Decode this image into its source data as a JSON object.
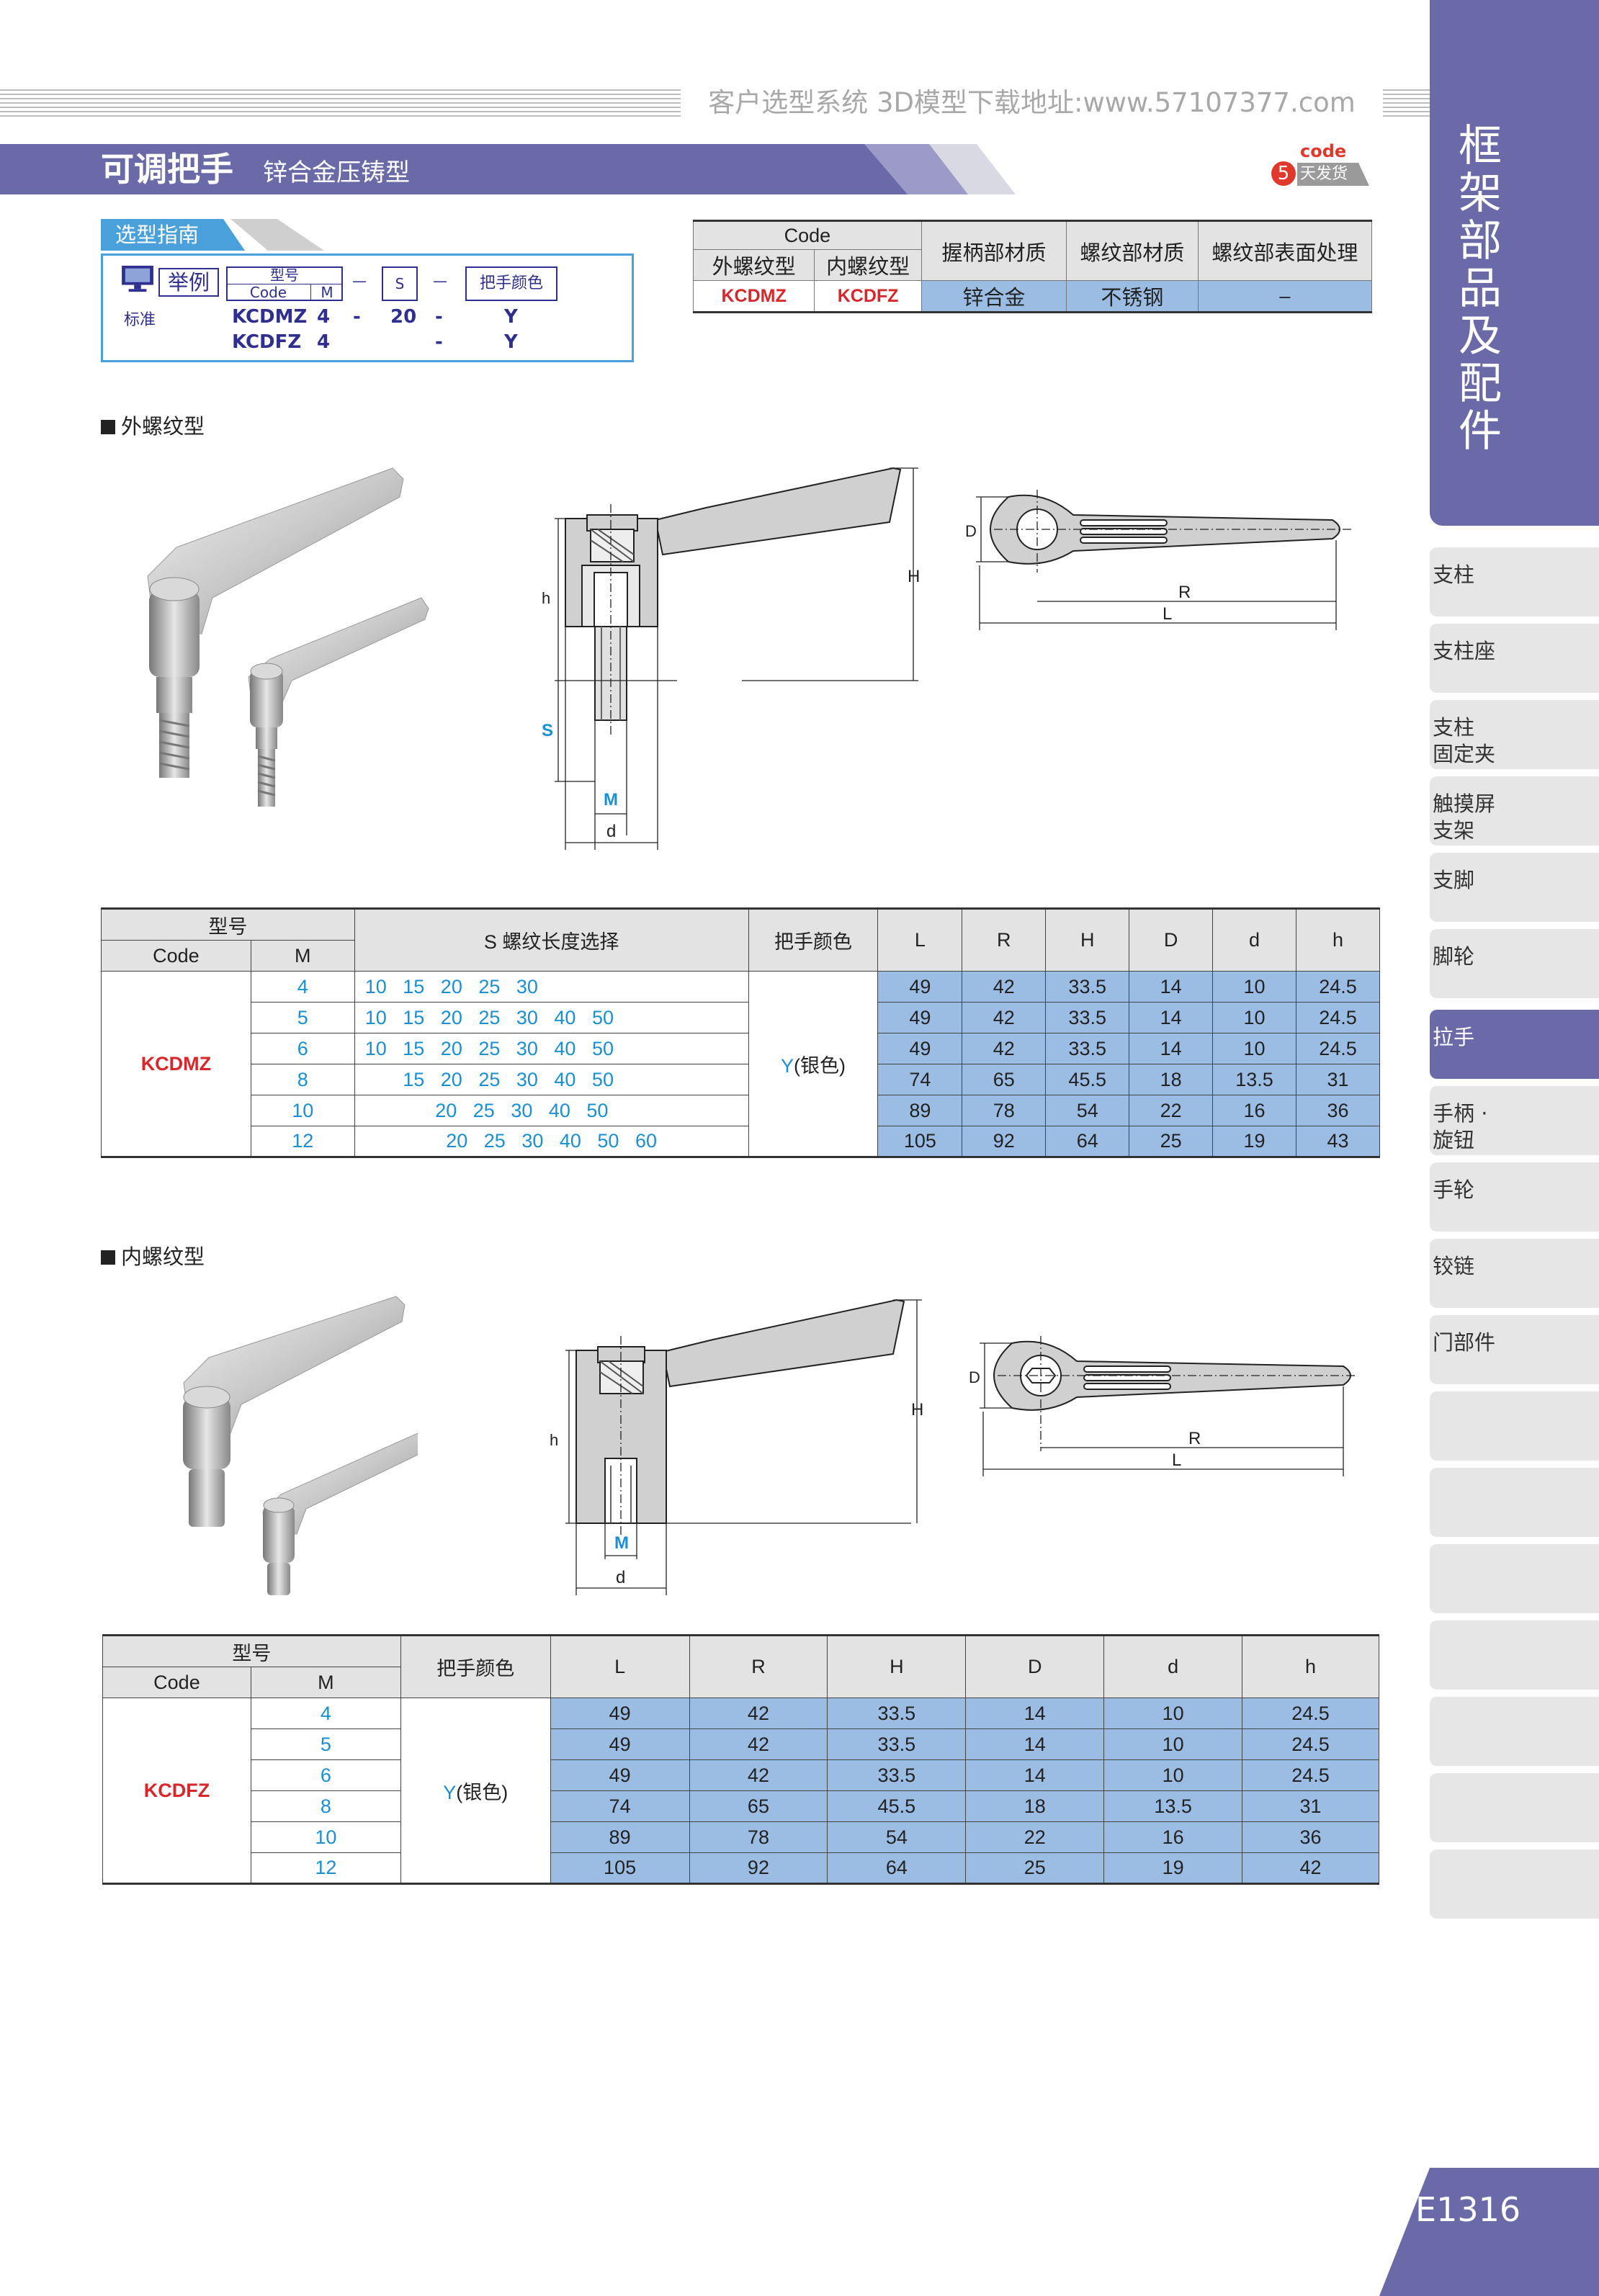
{
  "header": {
    "url_text": "客户选型系统  3D模型下载地址:www.57107377.com",
    "title": "可调把手",
    "subtitle": "锌合金压铸型",
    "badge_code": "code",
    "badge_num": "5",
    "badge_text": "天发货"
  },
  "sidebar": {
    "title": "框架部品及配件",
    "items": [
      {
        "label": "支柱"
      },
      {
        "label": "支柱座"
      },
      {
        "label": "支柱\n固定夹"
      },
      {
        "label": "触摸屏\n支架"
      },
      {
        "label": "支脚"
      },
      {
        "label": "脚轮"
      },
      {
        "label": "拉手",
        "active": true
      },
      {
        "label": "手柄 ·\n旋钮"
      },
      {
        "label": "手轮"
      },
      {
        "label": "铰链"
      },
      {
        "label": "门部件"
      },
      {
        "label": ""
      },
      {
        "label": ""
      },
      {
        "label": ""
      },
      {
        "label": ""
      },
      {
        "label": ""
      },
      {
        "label": ""
      },
      {
        "label": ""
      }
    ],
    "page_number": "E1316"
  },
  "guide": {
    "tab": "选型指南",
    "example": "举例",
    "model_label": "型号",
    "code_label": "Code",
    "m_label": "M",
    "s_label": "S",
    "dash": "—",
    "color_label": "把手颜色",
    "standard": "标准",
    "rows": [
      {
        "code": "KCDMZ",
        "m": "4",
        "d1": "-",
        "s": "20",
        "d2": "-",
        "color": "Y"
      },
      {
        "code": "KCDFZ",
        "m": "4",
        "d1": "",
        "s": "",
        "d2": "-",
        "color": "Y"
      }
    ]
  },
  "spec": {
    "code": "Code",
    "ext": "外螺纹型",
    "int": "内螺纹型",
    "grip": "握柄部材质",
    "thread": "螺纹部材质",
    "surface": "螺纹部表面处理",
    "row": {
      "ext": "KCDMZ",
      "int": "KCDFZ",
      "grip": "锌合金",
      "thread": "不锈钢",
      "surface": "–"
    }
  },
  "section1": {
    "title": "外螺纹型",
    "dims": {
      "H": "H",
      "h": "h",
      "S": "S",
      "M": "M",
      "d": "d",
      "D": "D",
      "R": "R",
      "L": "L"
    }
  },
  "table1": {
    "h_model": "型号",
    "h_code": "Code",
    "h_m": "M",
    "h_s": "S 螺纹长度选择",
    "h_color": "把手颜色",
    "cols": [
      "L",
      "R",
      "H",
      "D",
      "d",
      "h"
    ],
    "code": "KCDMZ",
    "color_code": "Y",
    "color_text": "(银色)",
    "rows": [
      {
        "m": "4",
        "s": "10   15   20   25   30",
        "v": [
          "49",
          "42",
          "33.5",
          "14",
          "10",
          "24.5"
        ]
      },
      {
        "m": "5",
        "s": "10   15   20   25   30   40   50",
        "v": [
          "49",
          "42",
          "33.5",
          "14",
          "10",
          "24.5"
        ]
      },
      {
        "m": "6",
        "s": "10   15   20   25   30   40   50",
        "v": [
          "49",
          "42",
          "33.5",
          "14",
          "10",
          "24.5"
        ]
      },
      {
        "m": "8",
        "s": "       15   20   25   30   40   50",
        "v": [
          "74",
          "65",
          "45.5",
          "18",
          "13.5",
          "31"
        ]
      },
      {
        "m": "10",
        "s": "             20   25   30   40   50",
        "v": [
          "89",
          "78",
          "54",
          "22",
          "16",
          "36"
        ]
      },
      {
        "m": "12",
        "s": "               20   25   30   40   50   60",
        "v": [
          "105",
          "92",
          "64",
          "25",
          "19",
          "43"
        ]
      }
    ]
  },
  "section2": {
    "title": "内螺纹型"
  },
  "table2": {
    "h_model": "型号",
    "h_code": "Code",
    "h_m": "M",
    "h_color": "把手颜色",
    "cols": [
      "L",
      "R",
      "H",
      "D",
      "d",
      "h"
    ],
    "code": "KCDFZ",
    "color_code": "Y",
    "color_text": "(银色)",
    "rows": [
      {
        "m": "4",
        "v": [
          "49",
          "42",
          "33.5",
          "14",
          "10",
          "24.5"
        ]
      },
      {
        "m": "5",
        "v": [
          "49",
          "42",
          "33.5",
          "14",
          "10",
          "24.5"
        ]
      },
      {
        "m": "6",
        "v": [
          "49",
          "42",
          "33.5",
          "14",
          "10",
          "24.5"
        ]
      },
      {
        "m": "8",
        "v": [
          "74",
          "65",
          "45.5",
          "18",
          "13.5",
          "31"
        ]
      },
      {
        "m": "10",
        "v": [
          "89",
          "78",
          "54",
          "22",
          "16",
          "36"
        ]
      },
      {
        "m": "12",
        "v": [
          "105",
          "92",
          "64",
          "25",
          "19",
          "42"
        ]
      }
    ]
  }
}
